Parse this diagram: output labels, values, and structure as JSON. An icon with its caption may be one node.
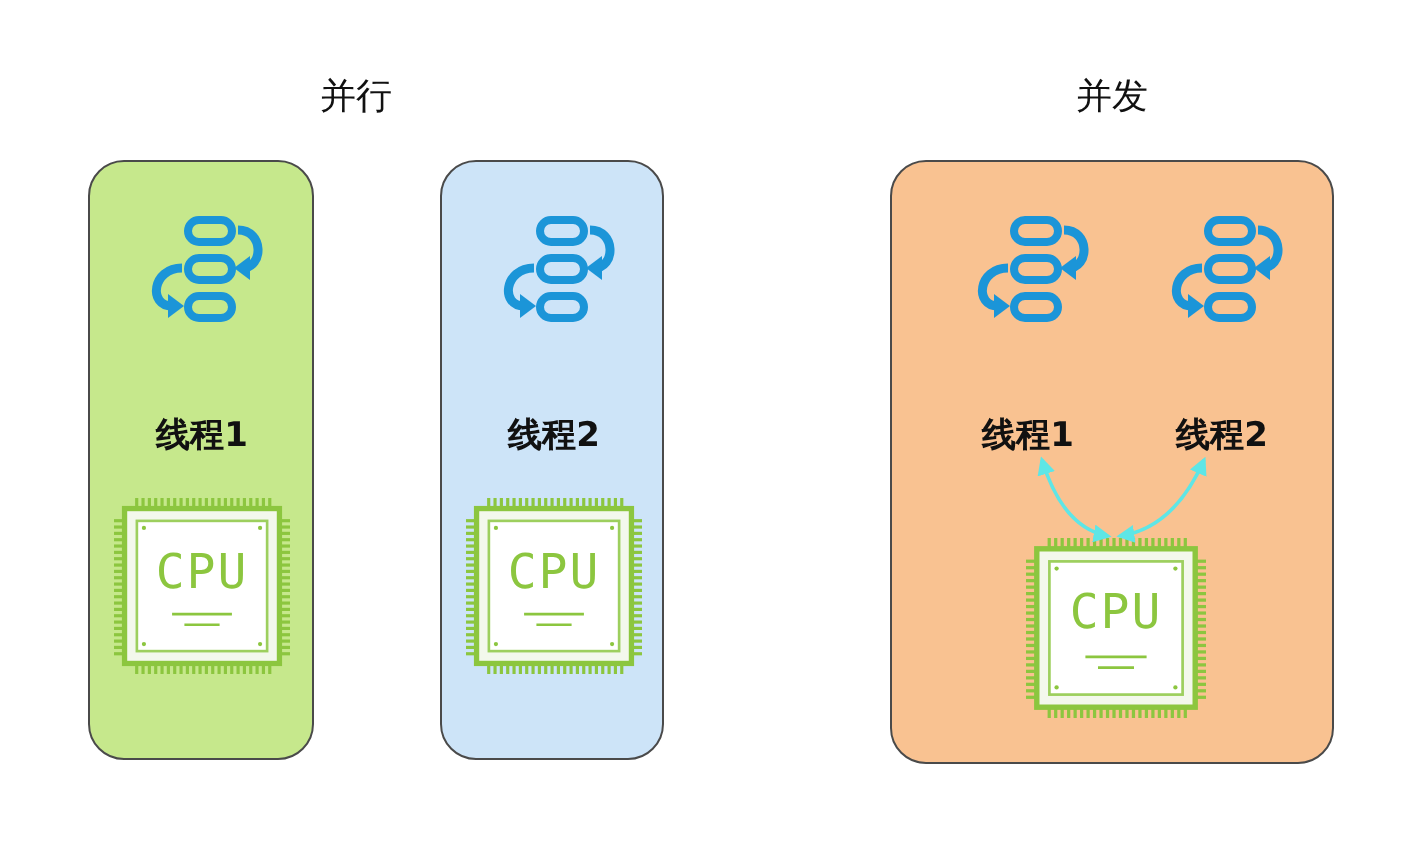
{
  "diagram": {
    "nodes": [
      {
        "text": [],
        "shape": "box"
      },
      {
        "text": [
          "线程1"
        ],
        "in": 0
      },
      {
        "text": [
          "CPU"
        ],
        "in": 0
      },
      {
        "text": [],
        "shape": "box"
      },
      {
        "text": [
          "线程2"
        ],
        "in": 3
      },
      {
        "text": [
          "CPU"
        ],
        "in": 3
      },
      {
        "text": [],
        "shape": "box"
      },
      {
        "text": [
          "线程1"
        ],
        "in": 6
      },
      {
        "text": [
          "线程2"
        ],
        "in": 6
      },
      {
        "text": [
          "CPU"
        ],
        "in": 6
      }
    ],
    "edges": [
      {
        "from": 9,
        "to": 7,
        "arrow": "both",
        "color": "#5ee6e6"
      },
      {
        "from": 9,
        "to": 8,
        "arrow": "both",
        "color": "#5ee6e6"
      }
    ],
    "labels": [
      "并行",
      "并发"
    ]
  }
}
